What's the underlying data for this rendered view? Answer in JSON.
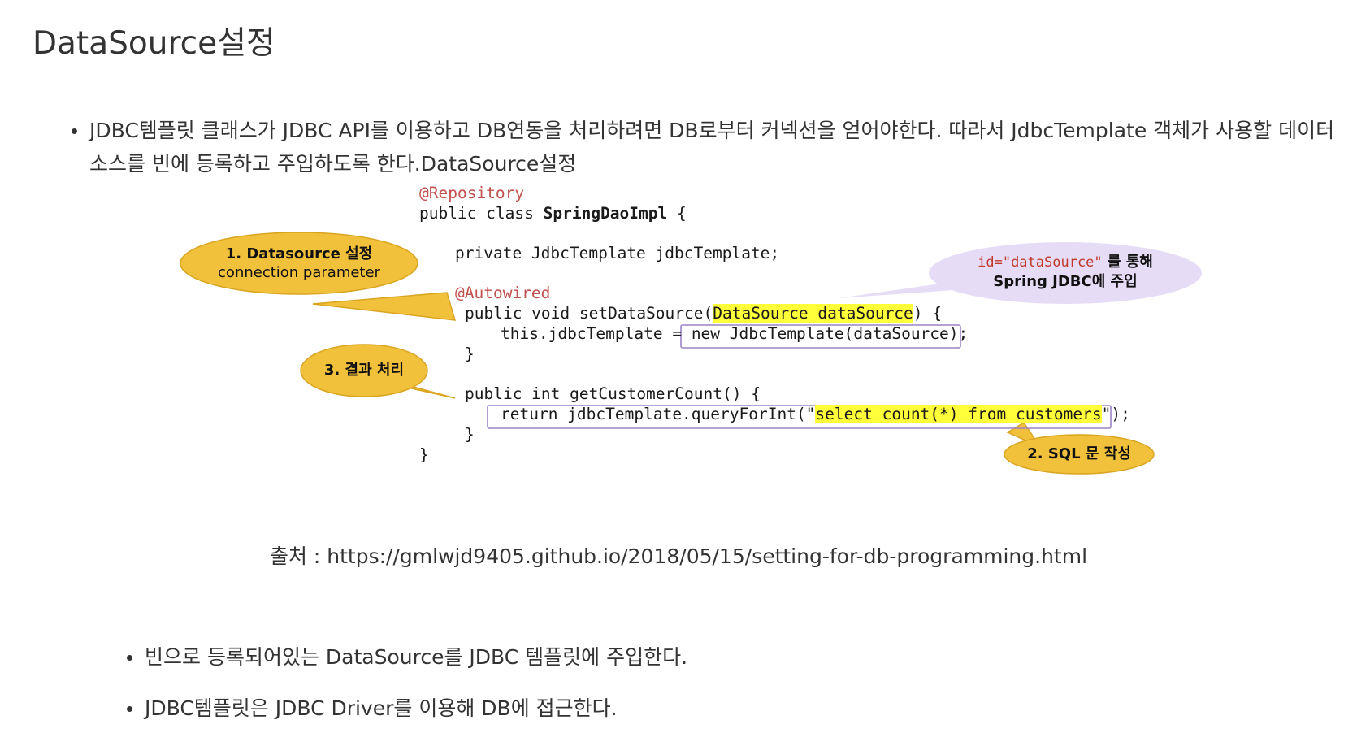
{
  "page": {
    "title": "DataSource설정"
  },
  "bullets": [
    "JDBC템플릿 클래스가 JDBC API를 이용하고 DB연동을 처리하려면 DB로부터 커넥션을 얻어야한다. 따라서 JdbcTemplate 객체가 사용할 데이터소스를 빈에 등록하고 주입하도록 한다.DataSource설정",
    "빈으로 등록되어있는 DataSource를 JDBC 템플릿에 주입한다.",
    "JDBC템플릿은 JDBC Driver를 이용해 DB에 접근한다."
  ],
  "figure": {
    "code": {
      "annotation_repository": "@Repository",
      "class_prefix": "public class ",
      "class_name": "SpringDaoImpl",
      "class_suffix": " {",
      "field": "private JdbcTemplate jdbcTemplate;",
      "annotation_autowired": "@Autowired",
      "setter_prefix": "public void setDataSource(",
      "setter_param": "DataSource dataSource",
      "setter_suffix": ") {",
      "assign_prefix": "this.jdbcTemplate = ",
      "assign_value": "new JdbcTemplate(dataSource);",
      "close1": "}",
      "method_sig": "public int getCustomerCount() {",
      "return_prefix": "return jdbcTemplate.queryForInt(\"",
      "return_sql": "select count(*) from customers",
      "return_suffix": "\");",
      "close2": "}",
      "close3": "}"
    },
    "callouts": {
      "c1_line1": "1. Datasource 설정",
      "c1_line2": "connection  parameter",
      "c2_text": "2. SQL 문 작성",
      "c3_text": "3. 결과 처리",
      "c4_mono": "id=\"dataSource\"",
      "c4_tail": " 를 통해",
      "c4_line2": "Spring JDBC에 주입"
    },
    "colors": {
      "callout_fill": "#f2c13b",
      "callout_stroke": "#d9a520",
      "lavender": "#e6dcf5",
      "box_border": "#9b83c7",
      "highlight": "#ffff3a",
      "annotation": "#c0504d"
    }
  },
  "caption": "출처 : https://gmlwjd9405.github.io/2018/05/15/setting-for-db-programming.html"
}
